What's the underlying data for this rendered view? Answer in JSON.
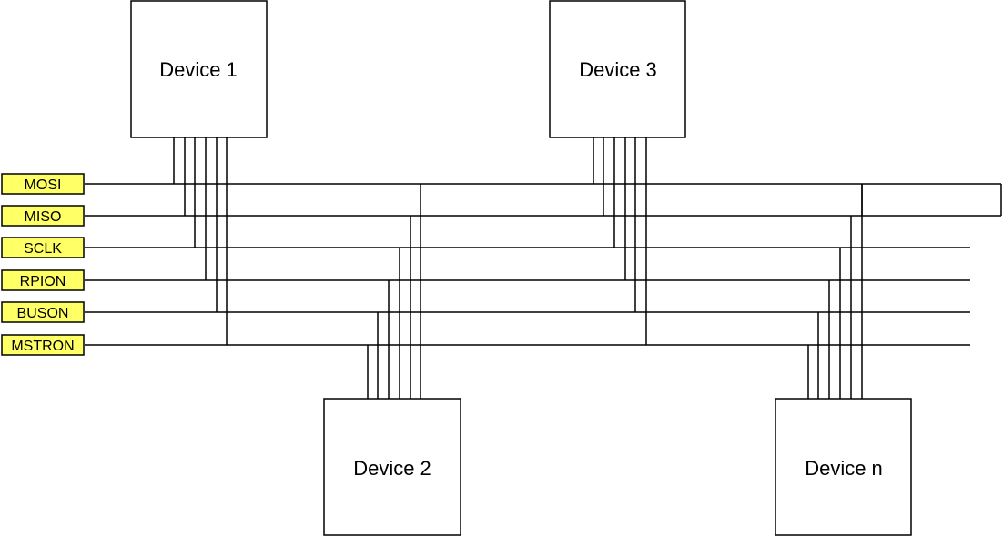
{
  "signals": [
    "MOSI",
    "MISO",
    "SCLK",
    "RPION",
    "BUSON",
    "MSTRON"
  ],
  "devices": [
    "Device 1",
    "Device 2",
    "Device 3",
    "Device n"
  ],
  "colors": {
    "signal_fill": "#ffff66",
    "line": "#000000",
    "device_fill": "#ffffff"
  }
}
